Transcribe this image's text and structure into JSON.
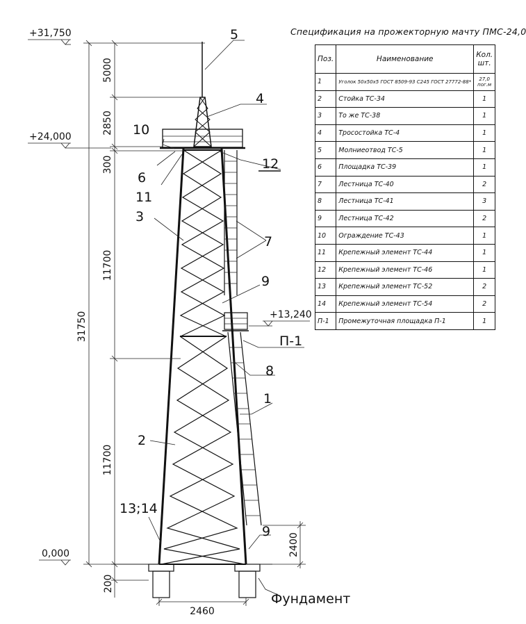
{
  "levels": {
    "top": "+31,750",
    "platform": "+24,000",
    "intermediate": "+13,240",
    "ground": "0,000"
  },
  "dimensions": {
    "d5000": "5000",
    "d2850": "2850",
    "d300": "300",
    "d11700_upper": "11700",
    "d11700_lower": "11700",
    "d31750": "31750",
    "d200": "200",
    "d2460": "2460",
    "d2400": "2400"
  },
  "callouts": {
    "c1": "1",
    "c2": "2",
    "c3": "3",
    "c4": "4",
    "c5": "5",
    "c6": "6",
    "c7": "7",
    "c8": "8",
    "c9_top": "9",
    "c9_bottom": "9",
    "c10": "10",
    "c11": "11",
    "c12": "12",
    "c13_14": "13;14",
    "p1": "П-1",
    "foundation": "Фундамент"
  },
  "spec": {
    "title": "Спецификация на прожекторную мачту ПМС-24,0",
    "headers": {
      "pos": "Поз.",
      "name": "Наименование",
      "qty": "Кол. шт."
    },
    "rows": [
      {
        "pos": "1",
        "name": "Уголок 50х50х5 ГОСТ 8509-93 С245 ГОСТ 27772-88*",
        "qty": "27,0 пог.м"
      },
      {
        "pos": "2",
        "name": "Стойка ТС-34",
        "qty": "1"
      },
      {
        "pos": "3",
        "name": "То же ТС-38",
        "qty": "1"
      },
      {
        "pos": "4",
        "name": "Тросостойка ТС-4",
        "qty": "1"
      },
      {
        "pos": "5",
        "name": "Молниеотвод ТС-5",
        "qty": "1"
      },
      {
        "pos": "6",
        "name": "Площадка ТС-39",
        "qty": "1"
      },
      {
        "pos": "7",
        "name": "Лестница ТС-40",
        "qty": "2"
      },
      {
        "pos": "8",
        "name": "Лестница ТС-41",
        "qty": "3"
      },
      {
        "pos": "9",
        "name": "Лестница ТС-42",
        "qty": "2"
      },
      {
        "pos": "10",
        "name": "Ограждение ТС-43",
        "qty": "1"
      },
      {
        "pos": "11",
        "name": "Крепежный элемент ТС-44",
        "qty": "1"
      },
      {
        "pos": "12",
        "name": "Крепежный элемент ТС-46",
        "qty": "1"
      },
      {
        "pos": "13",
        "name": "Крепежный элемент ТС-52",
        "qty": "2"
      },
      {
        "pos": "14",
        "name": "Крепежный элемент ТС-54",
        "qty": "2"
      },
      {
        "pos": "П-1",
        "name": "Промежуточная площадка П-1",
        "qty": "1"
      }
    ]
  }
}
